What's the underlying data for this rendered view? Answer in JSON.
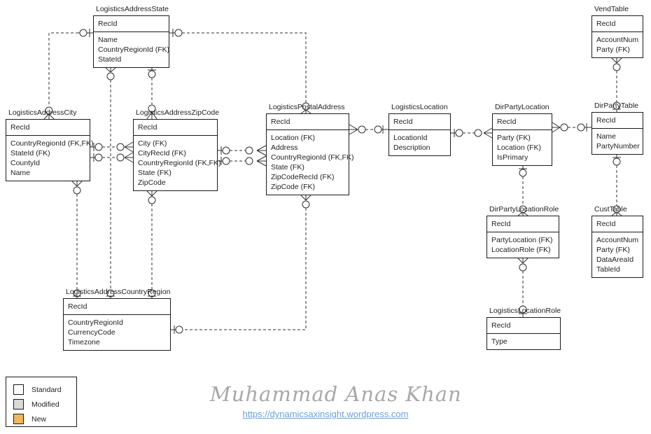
{
  "entities": [
    {
      "name": "LogisticsAddressState",
      "key": "RecId",
      "fields": [
        "Name",
        "CountryRegionId (FK)",
        "StateId"
      ]
    },
    {
      "name": "LogisticsAddressCity",
      "key": "RecId",
      "fields": [
        "CountryRegionId (FK,FK)",
        "StateId (FK)",
        "CountyId",
        "Name"
      ]
    },
    {
      "name": "LogisticsAddressZipCode",
      "key": "RecId",
      "fields": [
        "City (FK)",
        "CityRecId (FK)",
        "CountryRegionId (FK,FK)",
        "State (FK)",
        "ZipCode"
      ]
    },
    {
      "name": "LogisticsPostalAddress",
      "key": "RecId",
      "fields": [
        "Location (FK)",
        "Address",
        "CountryRegionId (FK,FK)",
        "State (FK)",
        "ZipCodeRecId (FK)",
        "ZipCode (FK)"
      ]
    },
    {
      "name": "LogisticsLocation",
      "key": "RecId",
      "fields": [
        "LocationId",
        "Description"
      ]
    },
    {
      "name": "DirPartyLocation",
      "key": "RecId",
      "fields": [
        "Party (FK)",
        "Location (FK)",
        "IsPrimary"
      ]
    },
    {
      "name": "DirPartyTable",
      "key": "RecId",
      "fields": [
        "Name",
        "PartyNumber"
      ]
    },
    {
      "name": "VendTable",
      "key": "RecId",
      "fields": [
        "AccountNum",
        "Party (FK)"
      ]
    },
    {
      "name": "CustTable",
      "key": "RecId",
      "fields": [
        "AccountNum",
        "Party (FK)",
        "DataAreaId",
        "TableId"
      ]
    },
    {
      "name": "DirPartyLocationRole",
      "key": "RecId",
      "fields": [
        "PartyLocation (FK)",
        "LocationRole (FK)"
      ]
    },
    {
      "name": "LogisticsLocationRole",
      "key": "RecId",
      "fields": [
        "Type"
      ]
    },
    {
      "name": "LogisticsAddressCountryRegion",
      "key": "RecId",
      "fields": [
        "CountryRegionId",
        "CurrencyCode",
        "Timezone"
      ]
    }
  ],
  "legend": {
    "items": [
      {
        "label": "Standard",
        "color": "#ffffff"
      },
      {
        "label": "Modified",
        "color": "#d9d9d9"
      },
      {
        "label": "New",
        "color": "#f2b661"
      }
    ]
  },
  "watermark": {
    "author": "Muhammad Anas Khan",
    "link": "https://dynamicsaxinsight.wordpress.com"
  }
}
